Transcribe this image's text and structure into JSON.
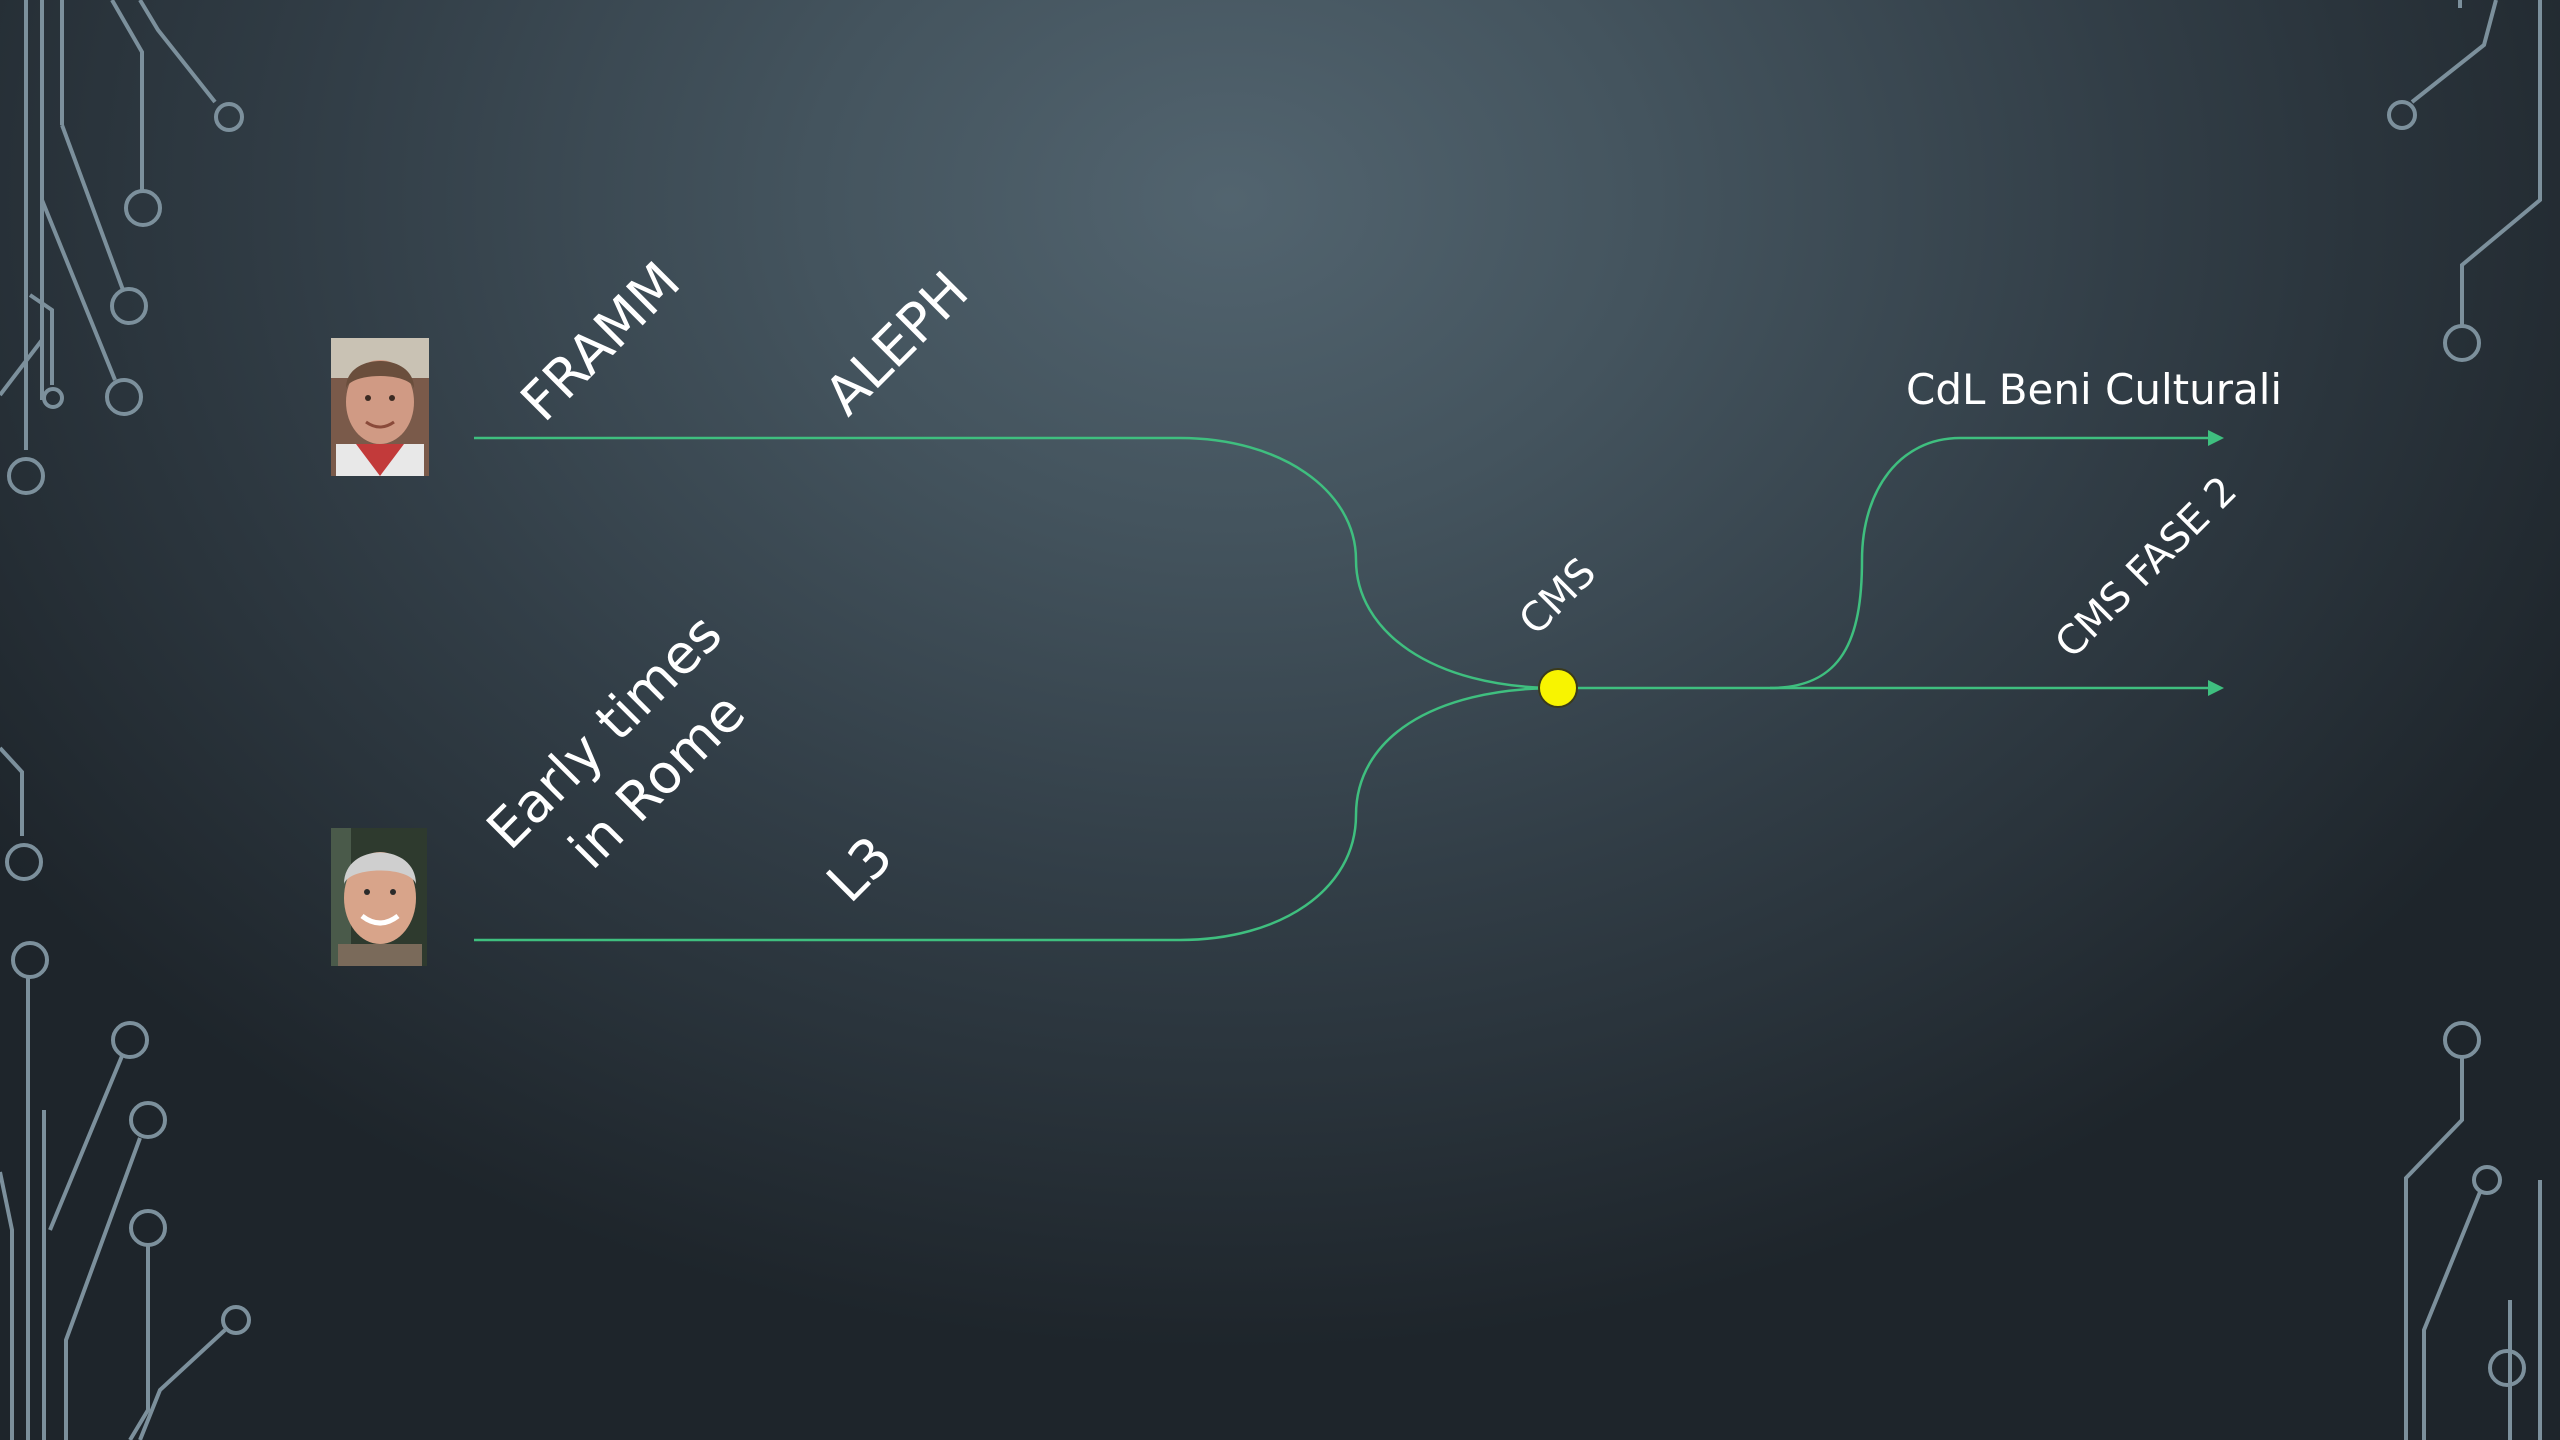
{
  "diagram": {
    "branches_in": [
      {
        "label": "FRAMM"
      },
      {
        "label": "ALEPH"
      },
      {
        "label_line1": "Early times",
        "label_line2": "in Rome"
      },
      {
        "label": "L3"
      }
    ],
    "hub": {
      "label": "CMS",
      "color": "#f8f400"
    },
    "branches_out": [
      {
        "label": "CdL Beni Culturali"
      },
      {
        "label": "CMS FASE 2"
      }
    ],
    "photos": [
      {
        "name": "portrait-top"
      },
      {
        "name": "portrait-bottom"
      }
    ],
    "line_color": "#3fbf7f"
  }
}
